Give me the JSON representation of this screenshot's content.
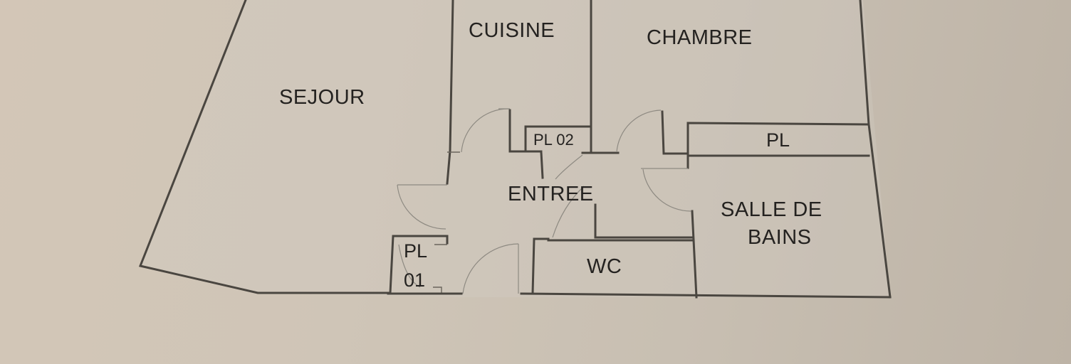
{
  "plan": {
    "rooms": {
      "sejour": {
        "label": "SEJOUR"
      },
      "cuisine": {
        "label": "CUISINE"
      },
      "chambre": {
        "label": "CHAMBRE"
      },
      "entree": {
        "label": "ENTREE"
      },
      "wc": {
        "label": "WC"
      },
      "salle_de_bains": {
        "label_line1": "SALLE DE",
        "label_line2": "BAINS"
      },
      "pl": {
        "label": "PL"
      },
      "pl01": {
        "label_line1": "PL",
        "label_line2": "01"
      },
      "pl02": {
        "label": "PL 02"
      }
    },
    "colors": {
      "paper": "#cfc5b7",
      "wall": "#4a4640",
      "text": "#242220"
    }
  }
}
